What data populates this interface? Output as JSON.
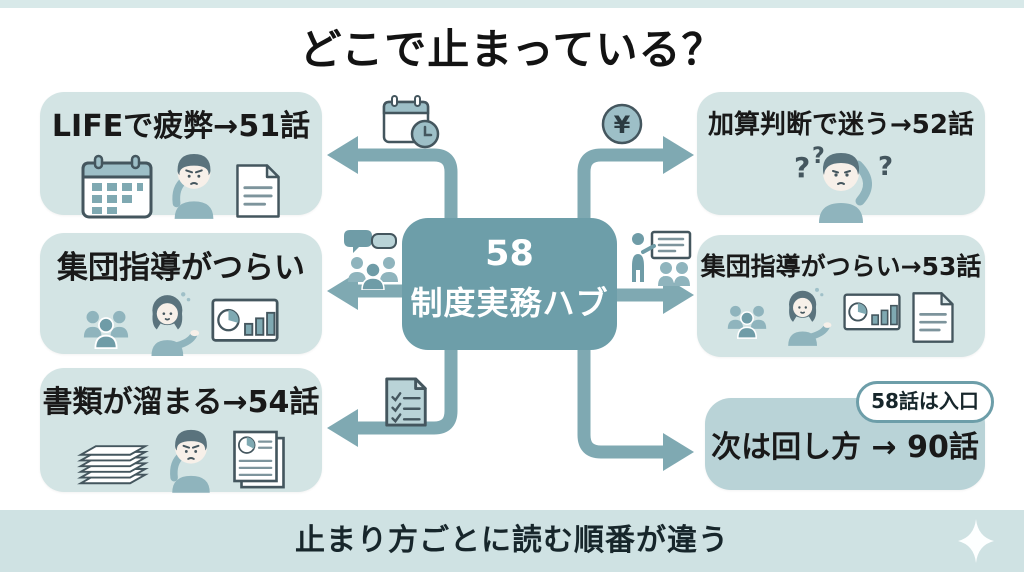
{
  "title": "どこで止まっている？",
  "hub": {
    "line1": "58",
    "line2": "制度実務ハブ"
  },
  "boxes": {
    "top_left": {
      "label": "LIFEで疲弊→51話"
    },
    "middle_left": {
      "label": "集団指導がつらい"
    },
    "bottom_left": {
      "label": "書類が溜まる→54話"
    },
    "top_right": {
      "label": "加算判断で迷う→52話"
    },
    "middle_right": {
      "label": "集団指導がつらい→53話"
    },
    "bottom_right": {
      "label": "次は回し方 → 90話",
      "badge": "58話は入口"
    }
  },
  "footer": {
    "label": "止まり方ごとに読む順番が違う"
  },
  "glyphs": {
    "yen": "¥",
    "question": "?"
  },
  "icons": {
    "calendar_clock": "calendar-clock-icon",
    "yen_coin": "yen-coin-icon",
    "chat_group": "chat-group-icon",
    "presenter": "presenter-icon",
    "checklist": "checklist-icon",
    "sparkle": "sparkle-icon"
  },
  "colors": {
    "hub_fill": "#6d9ea9",
    "arrow": "#7fa9b2",
    "box_fill": "#d3e4e4",
    "highlight_box_fill": "#b9d3d7",
    "banner_fill": "#cfe2e3",
    "top_strip": "#d8e9e9",
    "badge_border": "#6d9ea9",
    "text": "#1a1a1a"
  }
}
